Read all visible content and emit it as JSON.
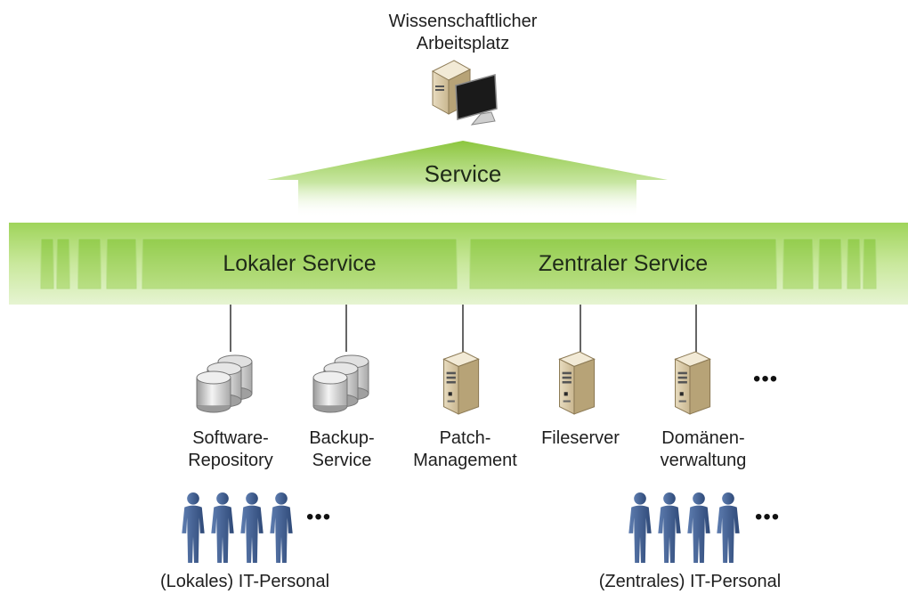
{
  "workstation": {
    "line1": "Wissenschaftlicher",
    "line2": "Arbeitsplatz",
    "icon": "workstation-icon"
  },
  "service_arrow": {
    "label": "Service",
    "color": "#8dc73f"
  },
  "band": {
    "local_label": "Lokaler Service",
    "central_label": "Zentraler Service",
    "color": "#9fd35b"
  },
  "resources": [
    {
      "line1": "Software-",
      "line2": "Repository",
      "icon": "database-icon"
    },
    {
      "line1": "Backup-",
      "line2": "Service",
      "icon": "database-icon"
    },
    {
      "line1": "Patch-",
      "line2": "Management",
      "icon": "server-icon"
    },
    {
      "line1": "Fileserver",
      "line2": "",
      "icon": "server-icon"
    },
    {
      "line1": "Domänen-",
      "line2": "verwaltung",
      "icon": "server-icon"
    }
  ],
  "more_glyph": "•••",
  "staff": {
    "local_label": "(Lokales) IT-Personal",
    "central_label": "(Zentrales) IT-Personal",
    "icon": "person-icon",
    "color": "#4a6898"
  }
}
